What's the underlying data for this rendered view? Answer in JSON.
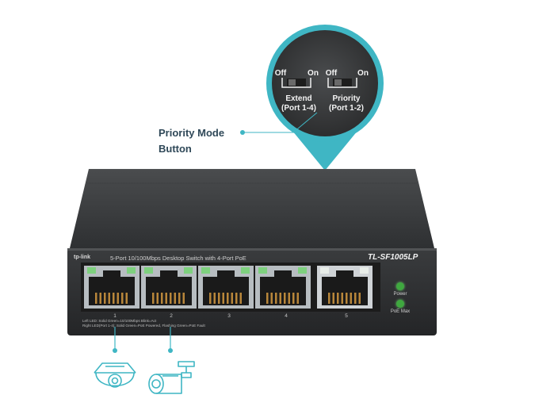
{
  "callout": {
    "label_line1": "Priority Mode",
    "label_line2": "Button",
    "extend_switch": {
      "off": "Off",
      "on": "On",
      "name_line1": "Extend",
      "name_line2": "(Port 1-4)"
    },
    "priority_switch": {
      "off": "Off",
      "on": "On",
      "name_line1": "Priority",
      "name_line2": "(Port 1-2)"
    }
  },
  "device": {
    "brand": "tp-link",
    "description": "5-Port 10/100Mbps Desktop Switch with 4-Port PoE",
    "model": "TL-SF1005LP",
    "ports": [
      "1",
      "2",
      "3",
      "4",
      "5"
    ],
    "led_labels": {
      "power": "Power",
      "poe_max": "PoE Max"
    },
    "legend_line1": "Left LED:   Solid Green=10/100Mbps  Blink=Act",
    "legend_line2": "Right LED(Port 1-4):   Solid Green=PoE Powered, Flashing Green=PoE Fault"
  },
  "colors": {
    "accent": "#3fb6c4",
    "label": "#2f4858",
    "chassis": "#2c2e30",
    "led": "#3fa83f"
  },
  "icons": [
    "dome-camera-icon",
    "bullet-camera-icon"
  ]
}
